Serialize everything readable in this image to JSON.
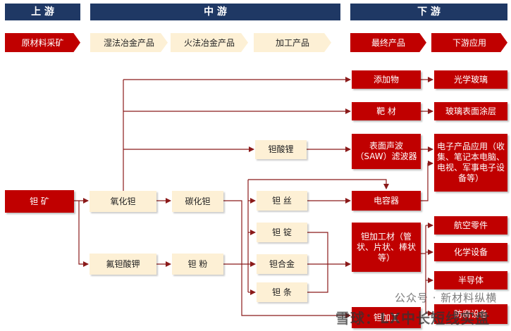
{
  "headers": {
    "upstream": "上 游",
    "midstream": "中 游",
    "downstream": "下 游"
  },
  "categories": {
    "raw": "原材料采矿",
    "wet": "湿法冶金产品",
    "fire": "火法冶金产品",
    "process": "加工产品",
    "final": "最终产品",
    "app": "下游应用"
  },
  "nodes": {
    "ore": "钽 矿",
    "oxide": "氧化钽",
    "fluoro": "氟钽酸钾",
    "carbide": "碳化钽",
    "powder": "钽 粉",
    "lithium": "钽酸锂",
    "wire": "钽 丝",
    "ingot": "钽 锭",
    "alloy": "钽合金",
    "strip": "钽 条",
    "additive": "添加物",
    "target": "靶 材",
    "saw": "表面声波（SAW）滤波器",
    "capacitor": "电容器",
    "processed": "钽加工材（管状、片状、棒状等）",
    "bottom_partial": "钽加工",
    "optical": "光学玻璃",
    "coating": "玻璃表面涂层",
    "electronics": "电子产品应用（收集、笔记本电脑、电视、军事电子设备等）",
    "aerospace": "航空零件",
    "chemical": "化学设备",
    "semi": "半导体",
    "bottom_right_partial": "防腐设备"
  },
  "watermark": {
    "line1": "公众号 · 新材料纵横",
    "line2": "雪球：LX中长短线实盘"
  },
  "colors": {
    "red": "#c00000",
    "navy": "#1f3864",
    "beige": "#fdf0d5",
    "line": "#8b1a1a"
  }
}
